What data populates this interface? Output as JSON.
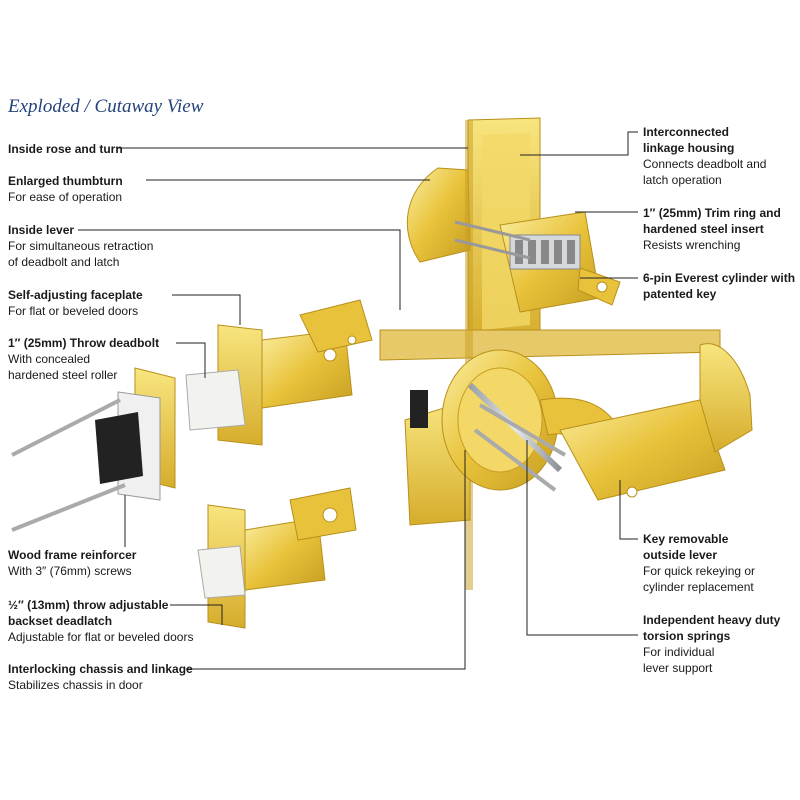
{
  "title": "Exploded / Cutaway View",
  "callouts": {
    "inside_rose": {
      "heading": "Inside rose and turn",
      "desc": ""
    },
    "thumbturn": {
      "heading": "Enlarged thumbturn",
      "desc": "For ease of operation"
    },
    "inside_lever": {
      "heading": "Inside lever",
      "desc1": "For simultaneous retraction",
      "desc2": "of deadbolt and latch"
    },
    "faceplate": {
      "heading": "Self-adjusting faceplate",
      "desc": "For flat or beveled doors"
    },
    "deadbolt": {
      "heading": "1″ (25mm) Throw deadbolt",
      "desc1": "With concealed",
      "desc2": "hardened steel roller"
    },
    "reinforcer": {
      "heading": "Wood frame reinforcer",
      "desc": "With 3″ (76mm) screws"
    },
    "deadlatch": {
      "heading1": "½″ (13mm) throw adjustable",
      "heading2": "backset deadlatch",
      "desc": "Adjustable for flat or beveled doors"
    },
    "chassis": {
      "heading": "Interlocking chassis and linkage",
      "desc": "Stabilizes chassis in door"
    },
    "linkage_housing": {
      "heading1": "Interconnected",
      "heading2": "linkage housing",
      "desc1": "Connects deadbolt and",
      "desc2": "latch operation"
    },
    "trim_ring": {
      "heading1": "1″ (25mm) Trim ring and",
      "heading2": "hardened steel insert",
      "desc": "Resists wrenching"
    },
    "cylinder": {
      "heading1": "6-pin Everest cylinder with",
      "heading2": "patented key"
    },
    "outside_lever": {
      "heading1": "Key removable",
      "heading2": "outside lever",
      "desc1": "For quick rekeying or",
      "desc2": "cylinder replacement"
    },
    "torsion_springs": {
      "heading1": "Independent heavy duty",
      "heading2": "torsion springs",
      "desc1": "For individual",
      "desc2": "lever support"
    }
  },
  "colors": {
    "brass": "#e8c23a",
    "brass_light": "#f7e27a",
    "brass_dark": "#b8901a",
    "title": "#24427a",
    "leader": "#222222"
  }
}
